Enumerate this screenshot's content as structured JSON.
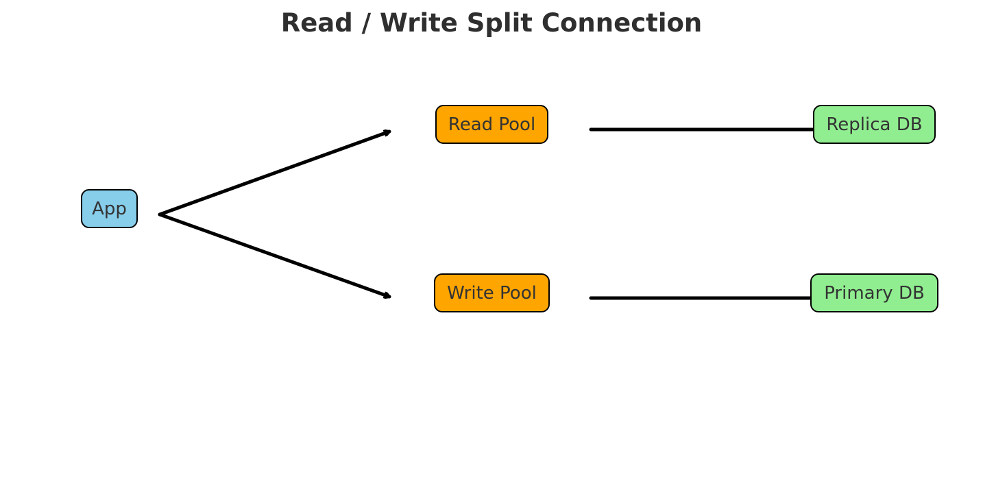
{
  "title": "Read / Write Split Connection",
  "colors": {
    "app": "#87ceeb",
    "pool": "#ffa500",
    "db": "#90ee90",
    "edge": "#000000",
    "text": "#333333"
  },
  "nodes": {
    "app": {
      "label": "App"
    },
    "read_pool": {
      "label": "Read Pool"
    },
    "write_pool": {
      "label": "Write Pool"
    },
    "replica_db": {
      "label": "Replica DB"
    },
    "primary_db": {
      "label": "Primary DB"
    }
  },
  "edges": [
    {
      "from": "App",
      "to": "Read Pool"
    },
    {
      "from": "App",
      "to": "Write Pool"
    },
    {
      "from": "Read Pool",
      "to": "Replica DB"
    },
    {
      "from": "Write Pool",
      "to": "Primary DB"
    }
  ]
}
